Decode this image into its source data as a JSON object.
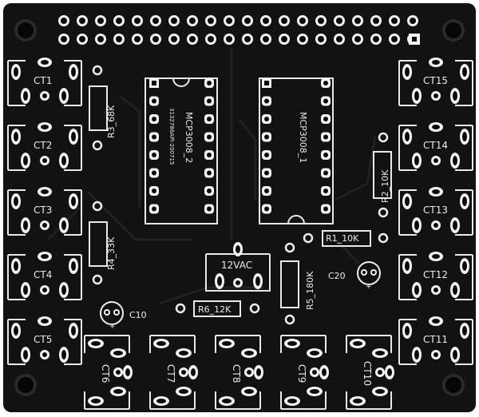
{
  "board": {
    "colors": {
      "board": "#111214",
      "trace": "#1d1f22",
      "silk": "#e9e9e9",
      "pad": "#f2f2f2",
      "hole": "#0b0b0b"
    },
    "chips": {
      "chip2": {
        "name": "MCP3008_2",
        "code": "3132786APl-200715"
      },
      "chip1": {
        "name": "MCP3008_1"
      }
    },
    "sensors": {
      "ct1": "CT1",
      "ct2": "CT2",
      "ct3": "CT3",
      "ct4": "CT4",
      "ct5": "CT5",
      "ct6": "CT6",
      "ct7": "CT7",
      "ct8": "CT8",
      "ct9": "CT9",
      "ct10": "CT10",
      "ct11": "CT11",
      "ct12": "CT12",
      "ct13": "CT13",
      "ct14": "CT14",
      "ct15": "CT15"
    },
    "resistors": {
      "r1": "R1_10K",
      "r2": "R2_10K",
      "r3": "R3_68K",
      "r4": "R4_33K",
      "r5": "R5_180K",
      "r6": "R6_12K"
    },
    "capacitors": {
      "c10": "C10",
      "c20": "C20"
    },
    "power": {
      "label": "12VAC"
    }
  }
}
